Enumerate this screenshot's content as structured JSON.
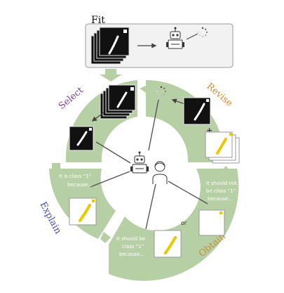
{
  "title": "Fit",
  "stages": {
    "select": "Select",
    "revise": "Revise",
    "explain": "Explain",
    "obtain": "Obtain"
  },
  "colors": {
    "ring": "#b7cfa4",
    "select": "#7d3fa0",
    "revise": "#d98a2e",
    "explain": "#4a4fa8",
    "obtain": "#c9902f",
    "highlight": "#e8c800"
  },
  "bubbles": {
    "explain_line1": "It is class “1”",
    "explain_line2": "because...",
    "obtain_top_line1": "It should not",
    "obtain_top_line2": "be class “1”",
    "obtain_top_line3": "because...",
    "obtain_bottom_line1": "It should be",
    "obtain_bottom_line2": "class “1”",
    "obtain_bottom_line3": "because...",
    "or": "or"
  },
  "icons": [
    "robot-icon",
    "user-icon",
    "loading-spinner-icon",
    "digit-image-icon",
    "plus-icon"
  ]
}
